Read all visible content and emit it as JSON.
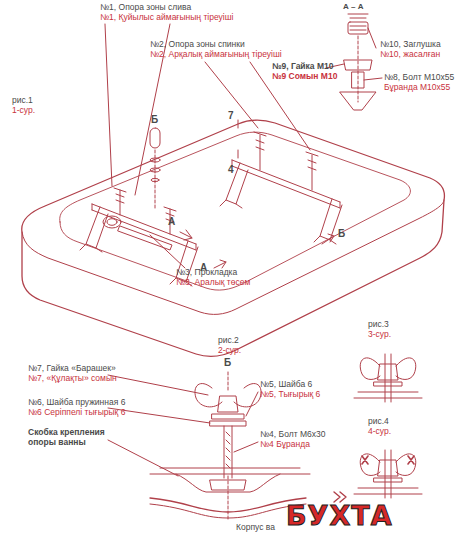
{
  "diagram": {
    "labels": [
      "№1, Опора зоны слива",
      "№1, Қуйылыс аймағының тіреуіші",
      "№2, Опора зоны спинки",
      "№2, Арқалық аймағының тіреуіші",
      "А – А",
      "№10, Заглушка",
      "№10, жасалған",
      "№9, Гайка М10",
      "№9 Сомын М10",
      "№8, Болт М10х55",
      "Бұранда М10х55",
      "рис.1",
      "1-сур.",
      "Б",
      "7",
      "4",
      "Б",
      "А",
      "А",
      "№3, Прокладка",
      "№3, Аралық төсем",
      "рис.2",
      "2-сур.",
      "Б",
      "№7, Гайка «Барашек»",
      "№7, «Құлақты» сомын",
      "№5, Шайба 6",
      "№5, Тығырық 6",
      "№6, Шайба пружинная 6",
      "№6 Серіппелі тығырық 6",
      "№4, Болт М6х30",
      "№4 Бұранда",
      "Скобка крепления опоры ванны",
      "Корпус ва",
      "рис.3",
      "3-сур.",
      "рис.4",
      "4-сур.",
      "БУХТА"
    ]
  }
}
